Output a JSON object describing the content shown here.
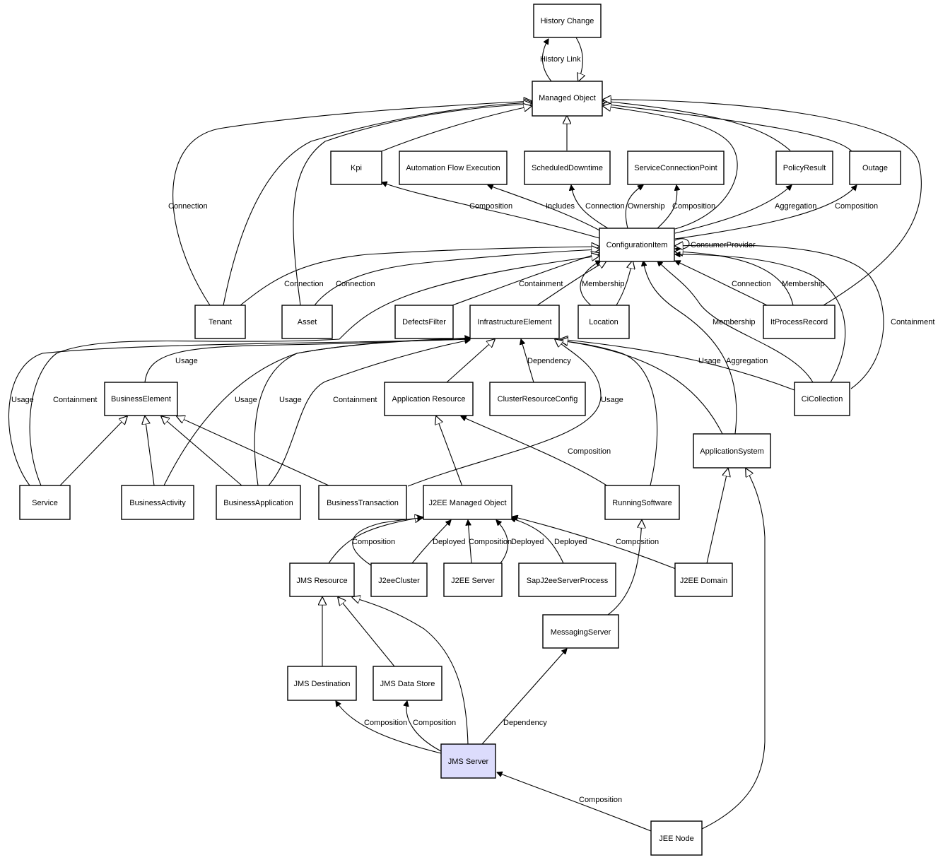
{
  "diagram": {
    "nodes": {
      "history_change": "History Change",
      "managed_object": "Managed Object",
      "kpi": "Kpi",
      "automation_flow_execution": "Automation Flow Execution",
      "scheduled_downtime": "ScheduledDowntime",
      "service_connection_point": "ServiceConnectionPoint",
      "policy_result": "PolicyResult",
      "outage": "Outage",
      "configuration_item": "ConfigurationItem",
      "tenant": "Tenant",
      "asset": "Asset",
      "defects_filter": "DefectsFilter",
      "infrastructure_element": "InfrastructureElement",
      "location": "Location",
      "it_process_record": "ItProcessRecord",
      "business_element": "BusinessElement",
      "application_resource": "Application Resource",
      "cluster_resource_config": "ClusterResourceConfig",
      "ci_collection": "CiCollection",
      "application_system": "ApplicationSystem",
      "service": "Service",
      "business_activity": "BusinessActivity",
      "business_application": "BusinessApplication",
      "business_transaction": "BusinessTransaction",
      "j2ee_managed_object": "J2EE Managed Object",
      "running_software": "RunningSoftware",
      "jms_resource": "JMS Resource",
      "j2ee_cluster": "J2eeCluster",
      "j2ee_server": "J2EE Server",
      "sap_j2ee_server_process": "SapJ2eeServerProcess",
      "j2ee_domain": "J2EE Domain",
      "messaging_server": "MessagingServer",
      "jms_destination": "JMS Destination",
      "jms_data_store": "JMS Data Store",
      "jms_server": "JMS Server",
      "jee_node": "JEE Node"
    },
    "edge_labels": {
      "history_link": "History Link",
      "tenant_connection_mo": "Connection",
      "ci_kpi_composition": "Composition",
      "ci_afe_includes": "Includes",
      "ci_sd_connection": "Connection",
      "ci_scp_ownership": "Ownership",
      "ci_scp_composition": "Composition",
      "ci_pr_aggregation": "Aggregation",
      "ci_outage_composition": "Composition",
      "ci_consumer_provider": "ConsumerProvider",
      "tenant_ci_connection": "Connection",
      "asset_ci_connection": "Connection",
      "df_ci_containment": "Containment",
      "loc_ci_membership": "Membership",
      "itpr_ci_connection": "Connection",
      "itpr_ci_membership": "Membership",
      "cicoll_ci_membership": "Membership",
      "cicoll_ci_containment": "Containment",
      "be_ie_usage": "Usage",
      "crc_ie_dependency": "Dependency",
      "cicoll_ie_usage": "Usage",
      "as_ci_aggregation": "Aggregation",
      "service_ie_usage": "Usage",
      "service_ci_containment": "Containment",
      "ba_ie_usage": "Usage",
      "bapp_ie_usage": "Usage",
      "bapp_ci_containment": "Containment",
      "bt_ie_usage": "Usage",
      "rs_ar_composition": "Composition",
      "jmsres_j2ee_composition": "Composition",
      "cluster_j2ee_deployed": "Deployed",
      "server_j2ee_composition": "Composition",
      "server_j2ee_deployed": "Deployed",
      "sap_j2ee_deployed": "Deployed",
      "domain_j2ee_composition": "Composition",
      "jmsserver_dest_composition": "Composition",
      "jmsserver_store_composition": "Composition",
      "jmsserver_ms_dependency": "Dependency",
      "jeenode_jmsserver_composition": "Composition"
    }
  }
}
